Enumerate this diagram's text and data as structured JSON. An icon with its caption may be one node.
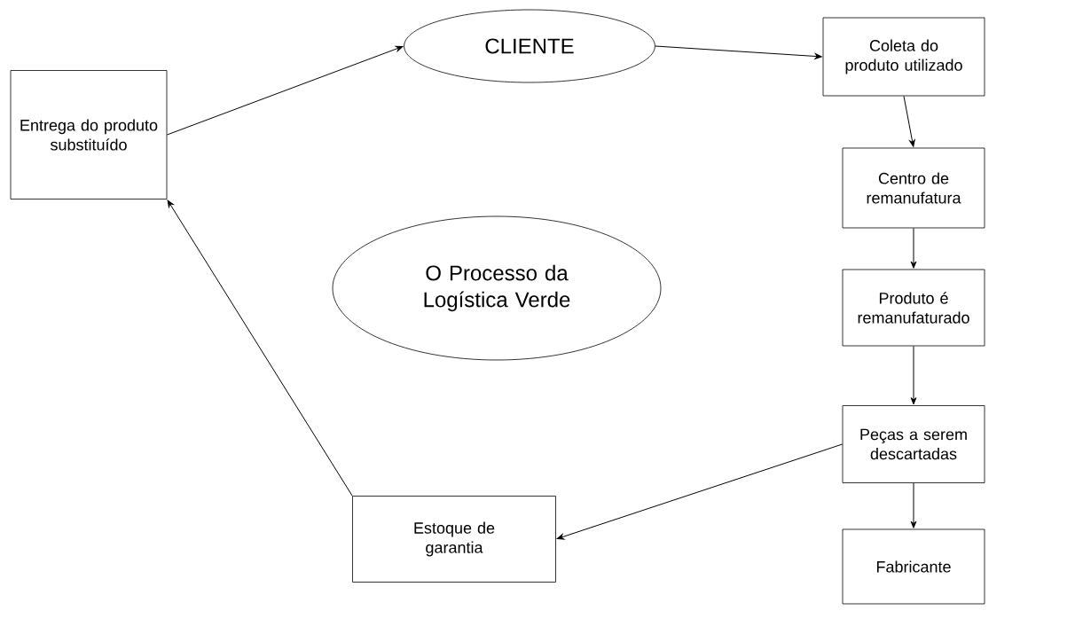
{
  "diagram": {
    "nodes": [
      {
        "text": [
          "CLIENTE"
        ]
      },
      {
        "text": [
          "Coleta do produto utilizado"
        ]
      },
      {
        "text": [
          "Centro de remanufatura"
        ]
      },
      {
        "text": [
          "Produto é remanufaturado"
        ]
      },
      {
        "text": [
          "Peças a serem descartadas"
        ]
      },
      {
        "text": [
          "Fabricante"
        ]
      },
      {
        "text": [
          "Entrega do produto substituído"
        ]
      },
      {
        "text": [
          "O Processo da Logística Verde"
        ]
      },
      {
        "text": [
          "Estoque de garantia"
        ]
      }
    ],
    "edges": [
      {
        "from": 0,
        "to": 1,
        "arrow": "to"
      },
      {
        "from": 1,
        "to": 2,
        "arrow": "to"
      },
      {
        "from": 2,
        "to": 3,
        "arrow": "to"
      },
      {
        "from": 3,
        "to": 4,
        "arrow": "to"
      },
      {
        "from": 4,
        "to": 5,
        "arrow": "to"
      },
      {
        "from": 4,
        "to": 8,
        "arrow": "to"
      },
      {
        "from": 8,
        "to": 6,
        "arrow": "to"
      },
      {
        "from": 6,
        "to": 0,
        "arrow": "to"
      }
    ]
  }
}
